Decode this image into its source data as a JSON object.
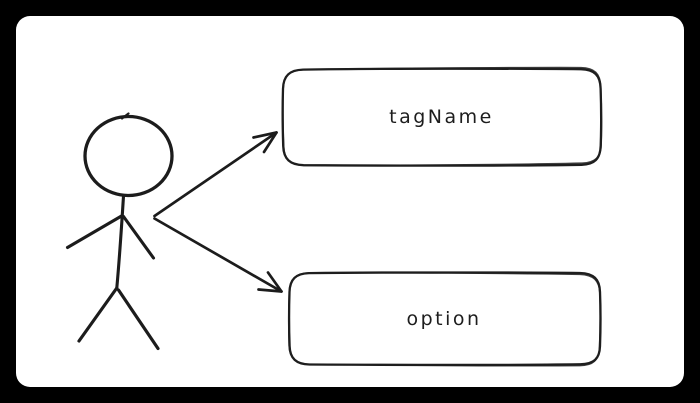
{
  "diagram": {
    "type": "actor-flow",
    "actor": {
      "shape": "stick-figure"
    },
    "nodes": [
      {
        "id": "tagName",
        "label": "tagName",
        "shape": "rounded-rectangle"
      },
      {
        "id": "option",
        "label": "option",
        "shape": "rounded-rectangle"
      }
    ],
    "edges": [
      {
        "from": "actor",
        "to": "tagName",
        "style": "arrow"
      },
      {
        "from": "actor",
        "to": "option",
        "style": "arrow"
      }
    ],
    "colors": {
      "frame": "#000000",
      "canvas": "#ffffff",
      "stroke": "#1c1c1c",
      "label": "#1d1d1d"
    }
  }
}
